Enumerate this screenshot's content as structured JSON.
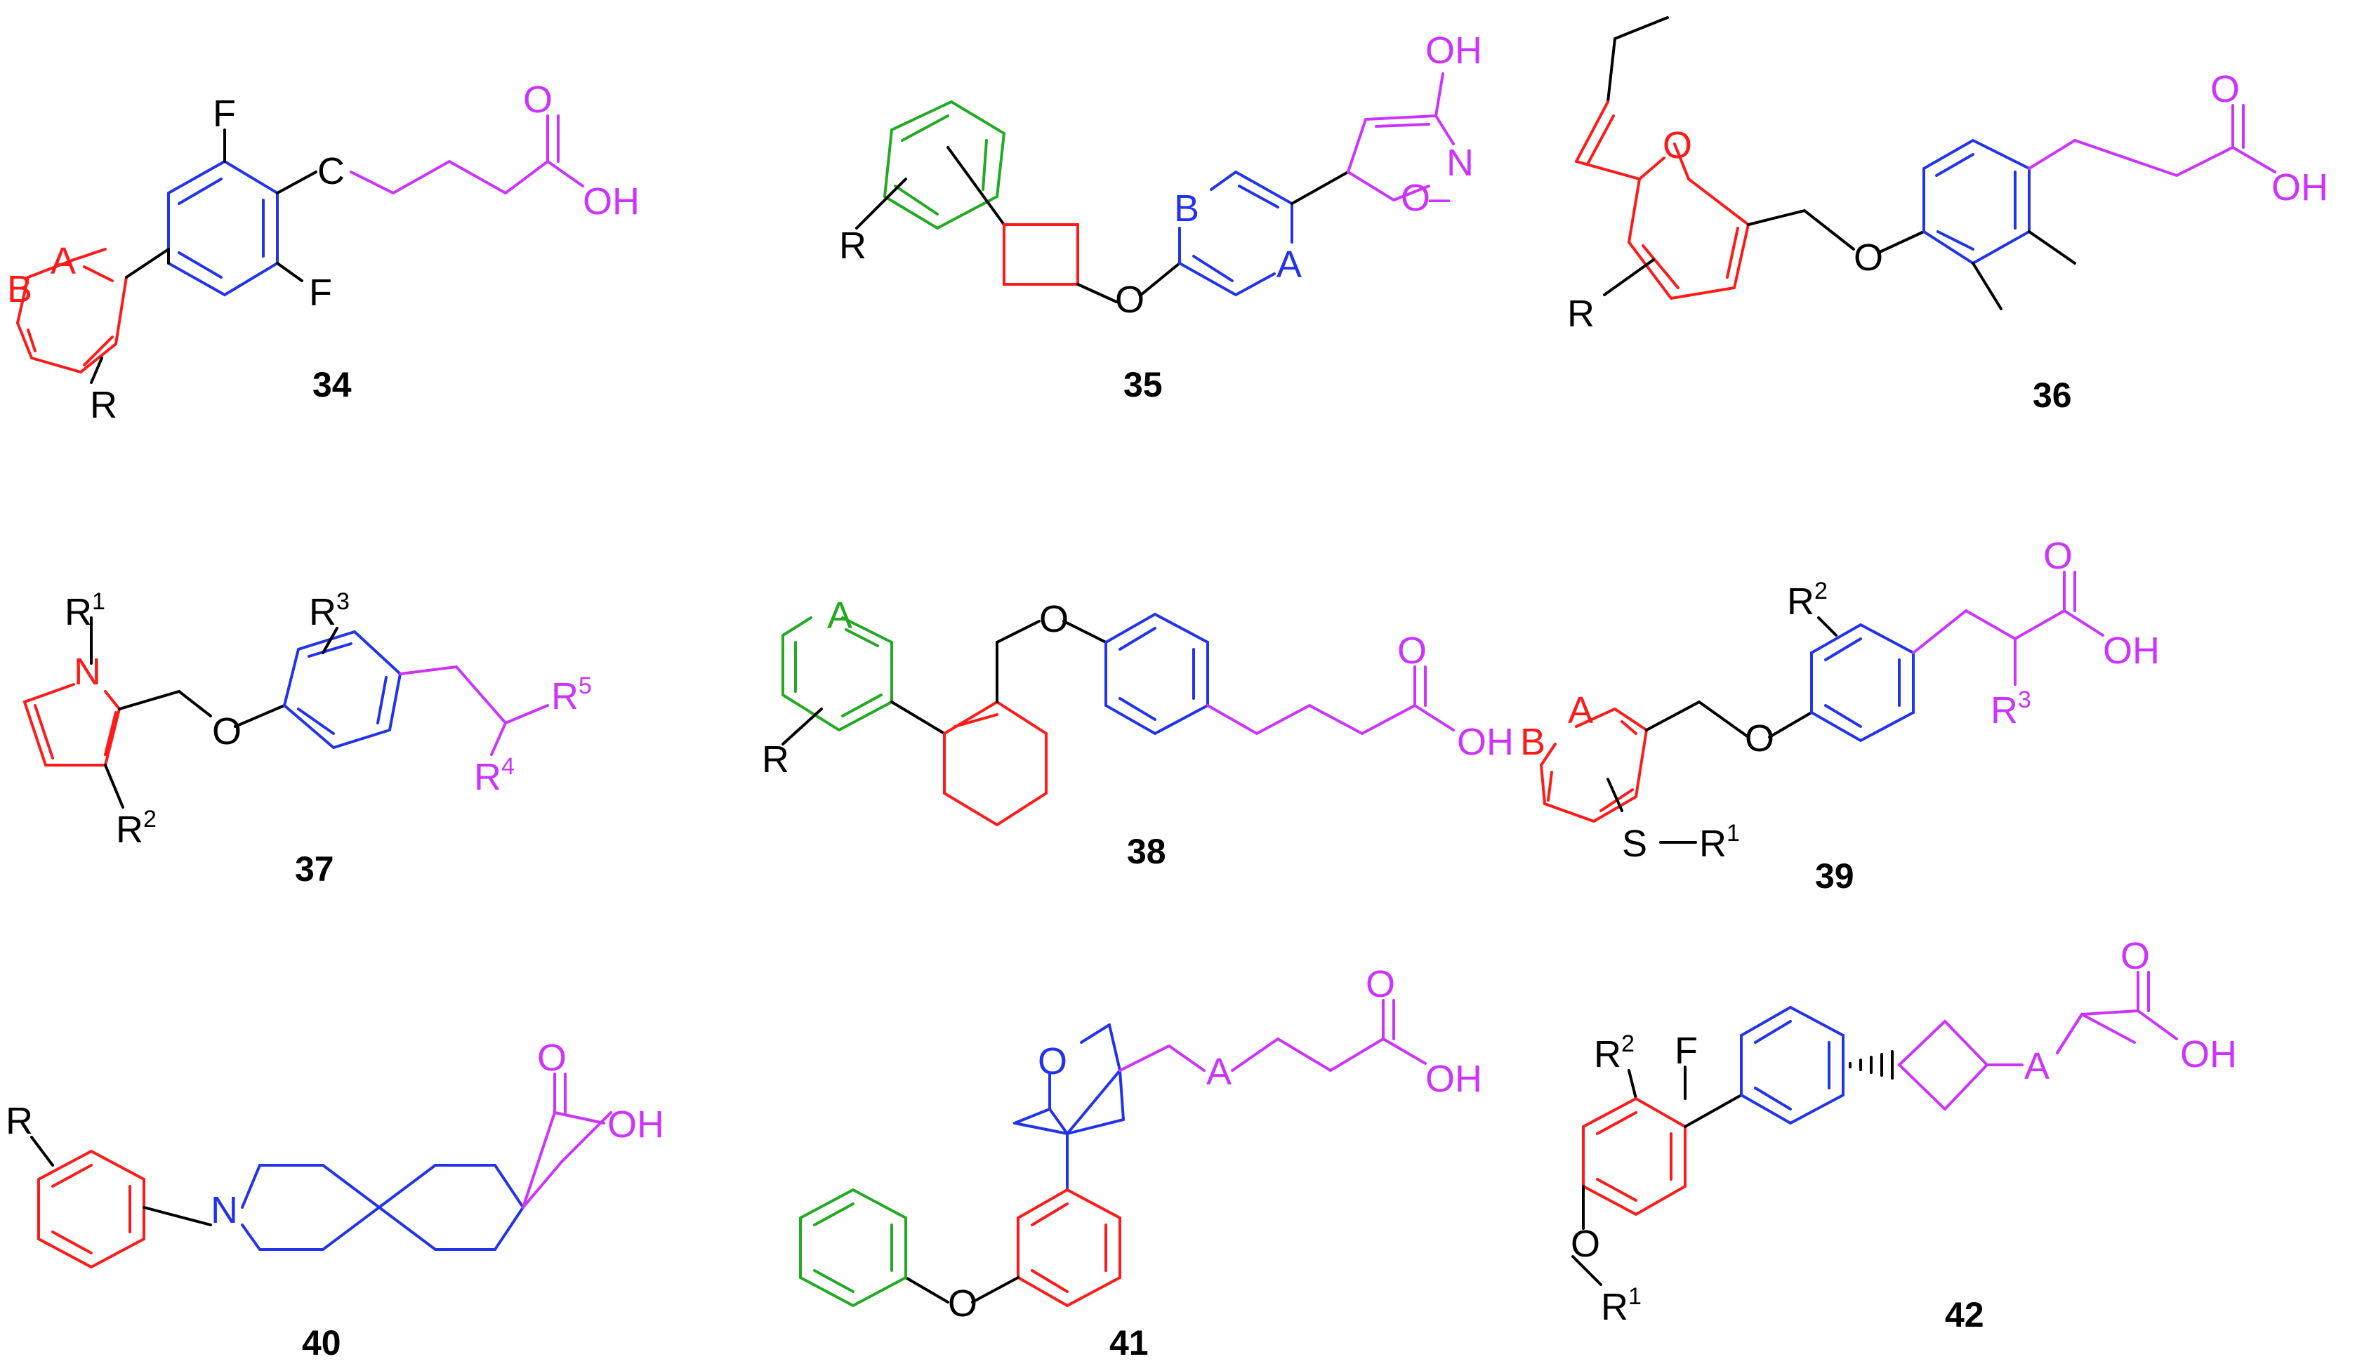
{
  "compounds": [
    {
      "id": "34",
      "atoms": {
        "A": "A",
        "B": "B",
        "R": "R",
        "F1": "F",
        "F2": "F",
        "C": "C",
        "O": "O",
        "OH": "OH"
      }
    },
    {
      "id": "35",
      "atoms": {
        "R": "R",
        "O": "O",
        "B": "B",
        "A": "A",
        "ringO": "O",
        "N": "N",
        "OH": "OH"
      }
    },
    {
      "id": "36",
      "atoms": {
        "O": "O",
        "R": "R",
        "O2": "O",
        "Oc": "O",
        "OH": "OH"
      }
    },
    {
      "id": "37",
      "atoms": {
        "R": "R",
        "N": "N",
        "O": "O",
        "sup1": "1",
        "sup2": "2",
        "sup3": "3",
        "sup4": "4",
        "sup5": "5"
      }
    },
    {
      "id": "38",
      "atoms": {
        "A": "A",
        "R": "R",
        "O": "O",
        "Oc": "O",
        "OH": "OH"
      }
    },
    {
      "id": "39",
      "atoms": {
        "R": "R",
        "A": "A",
        "B": "B",
        "O": "O",
        "S": "S",
        "Oc": "O",
        "OH": "OH",
        "sup1": "1",
        "sup2": "2",
        "sup3": "3"
      }
    },
    {
      "id": "40",
      "atoms": {
        "R": "R",
        "N": "N",
        "Oc": "O",
        "OH": "OH"
      }
    },
    {
      "id": "41",
      "atoms": {
        "O": "O",
        "A": "A",
        "Oc": "O",
        "OH": "OH",
        "O2": "O"
      }
    },
    {
      "id": "42",
      "atoms": {
        "R": "R",
        "F": "F",
        "O": "O",
        "A": "A",
        "Oc": "O",
        "OH": "OH",
        "sup1": "1",
        "sup2": "2"
      }
    }
  ],
  "colors": {
    "red": "#ff1a1a",
    "blue": "#2233ee",
    "green": "#22aa22",
    "magenta": "#cc33ff",
    "black": "#000000"
  }
}
